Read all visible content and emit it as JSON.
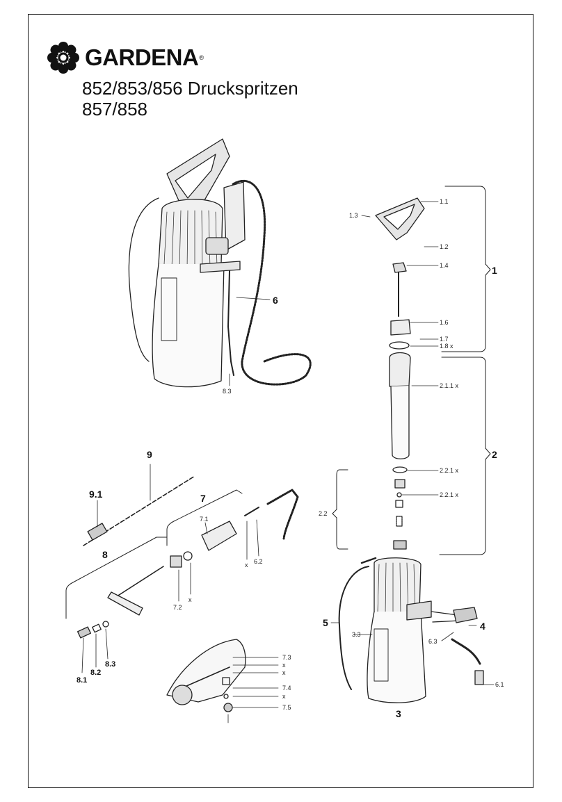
{
  "brand": {
    "name": "GARDENA",
    "reg": "®"
  },
  "title": {
    "line1": "852/853/856 Druckspritzen",
    "line2": "857/858"
  },
  "groups": {
    "g1": "1",
    "g2": "2",
    "g3": "3",
    "g4": "4",
    "g5": "5",
    "g6": "6",
    "g7": "7",
    "g8": "8",
    "g9": "9",
    "g91": "9.1"
  },
  "parts": {
    "p1_1": "1.1",
    "p1_2": "1.2",
    "p1_3": "1.3",
    "p1_4": "1.4",
    "p1_6": "1.6",
    "p1_7": "1.7",
    "p1_8": "1.8 x",
    "p2_1_1": "2.1.1 x",
    "p2_2_1a": "2.2.1 x",
    "p2_2_1b": "2.2.1 x",
    "p2_2": "2.2",
    "p3_3": "3.3",
    "p6_1": "6.1",
    "p6_2": "6.2",
    "p6_3": "6.3",
    "p7_1": "7.1",
    "p7_2": "7.2",
    "p7_3": "7.3",
    "p7_4": "7.4",
    "p7_5": "7.5",
    "p8_1": "8.1",
    "p8_2": "8.2",
    "p8_3": "8.3",
    "p8_3_top": "8.3",
    "x": "x"
  }
}
